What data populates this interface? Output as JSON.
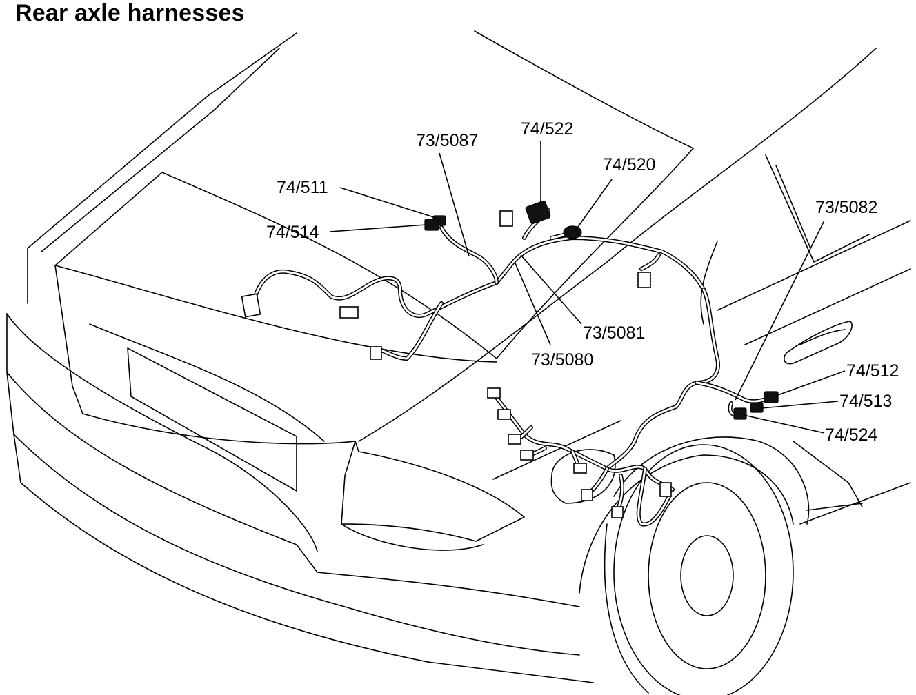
{
  "title": "Rear axle harnesses",
  "labels": {
    "c74_511": "74/511",
    "c74_514": "74/514",
    "c73_5087": "73/5087",
    "c74_522": "74/522",
    "c74_520": "74/520",
    "c73_5082": "73/5082",
    "c73_5081": "73/5081",
    "c73_5080": "73/5080",
    "c74_512": "74/512",
    "c74_513": "74/513",
    "c74_524": "74/524"
  }
}
